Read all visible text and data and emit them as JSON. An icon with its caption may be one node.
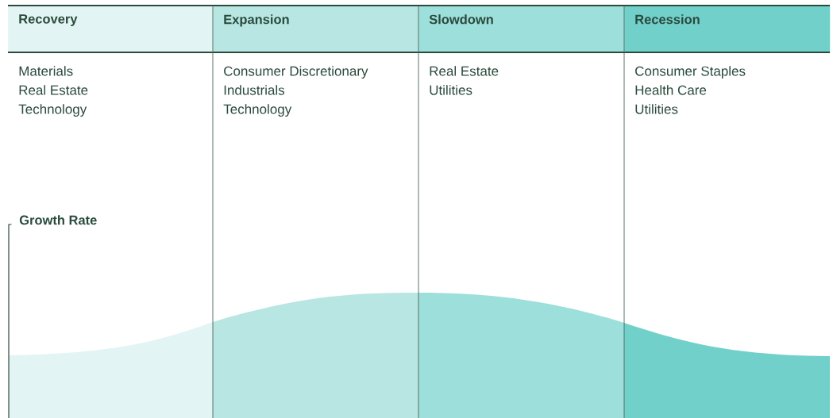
{
  "diagram": {
    "nodes": [
      {
        "text": [
          "Recovery"
        ]
      },
      {
        "text": [
          "Expansion"
        ]
      },
      {
        "text": [
          "Slowdown"
        ]
      },
      {
        "text": [
          "Recession"
        ]
      }
    ],
    "labels": [
      "Materials",
      "Real Estate",
      "Technology",
      "Consumer Discretionary",
      "Industrials",
      "Technology",
      "Real Estate",
      "Utilities",
      "Consumer Staples",
      "Health Care",
      "Utilities",
      "Growth Rate"
    ]
  }
}
